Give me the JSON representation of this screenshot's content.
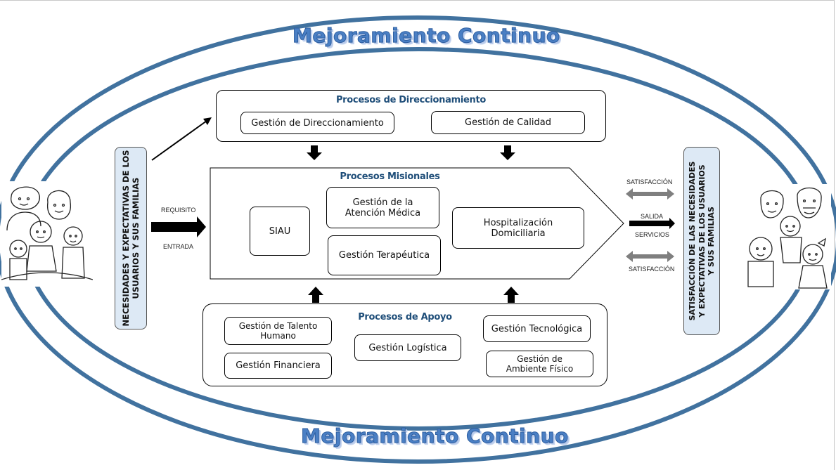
{
  "banner": {
    "top": "Mejoramiento Continuo",
    "bottom": "Mejoramiento Continuo"
  },
  "colors": {
    "ellipse": "#41729f",
    "title": "#1f4e79",
    "side_box_fill": "#dde9f5",
    "wordart": "#4a7fc4",
    "grey_arrow": "#7f7f7f"
  },
  "left_panel": {
    "text_line1": "NECESIDADES Y EXPECTATIVAS DE LOS",
    "text_line2": "USUARIOS Y SUS FAMILIAS",
    "label_top": "REQUISITO",
    "label_bottom": "ENTRADA"
  },
  "right_panel": {
    "text_line1": "SATISFACCIÓN DE LAS NECESIDADES",
    "text_line2": "Y EXPECTATIVAS  DE LOS USUARIOS",
    "text_line3": "Y SUS FAMILIAS",
    "label_satisfaction_top": "SATISFACCIÓN",
    "label_output_top": "SALIDA",
    "label_output_bottom": "SERVICIOS",
    "label_satisfaction_bottom": "SATISFACCIÓN"
  },
  "direccionamiento": {
    "title": "Procesos de Direccionamiento",
    "items": [
      "Gestión de Direccionamiento",
      "Gestión de Calidad"
    ]
  },
  "misionales": {
    "title": "Procesos Misionales",
    "siau": "SIAU",
    "atencion_line1": "Gestión de la",
    "atencion_line2": "Atención Médica",
    "terapeutica": "Gestión Terapéutica",
    "hosp_line1": "Hospitalización",
    "hosp_line2": "Domiciliaria"
  },
  "apoyo": {
    "title": "Procesos de Apoyo",
    "talento_line1": "Gestión de Talento",
    "talento_line2": "Humano",
    "financiera": "Gestión Financiera",
    "logistica": "Gestión Logística",
    "tecnologica": "Gestión Tecnológica",
    "ambiente_line1": "Gestión de",
    "ambiente_line2": "Ambiente Físico"
  },
  "illustrations": {
    "left": "family-illustration-left",
    "right": "family-illustration-right"
  }
}
